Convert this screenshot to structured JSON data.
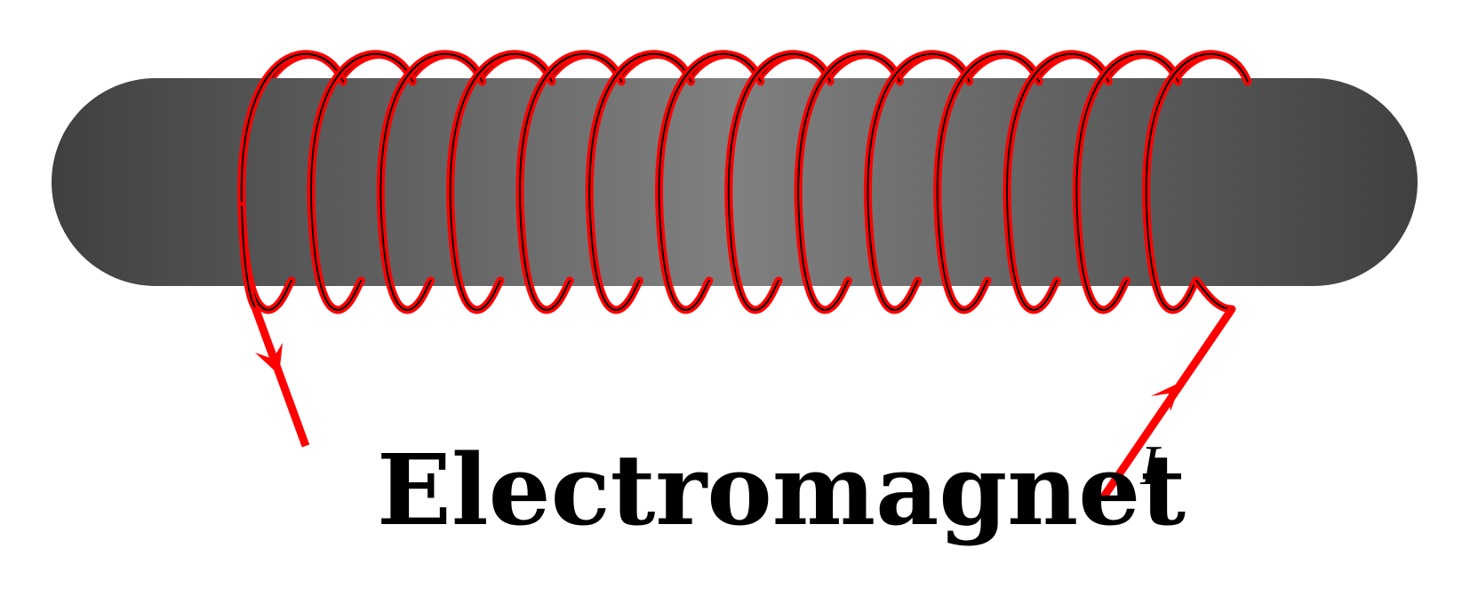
{
  "title": "Electromagnet",
  "current_label": "I",
  "colors": {
    "wire": "#ff0000",
    "wire_core": "#000000",
    "core_edge": "#404040",
    "core_center": "#808080",
    "text": "#000000"
  },
  "coil": {
    "turns": 14
  }
}
